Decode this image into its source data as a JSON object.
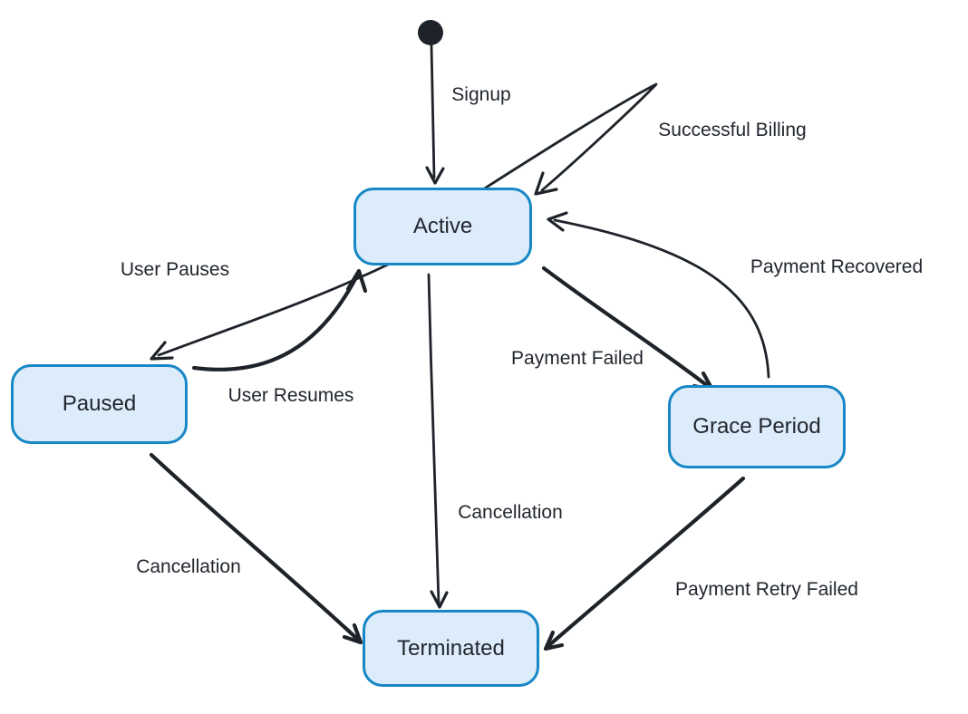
{
  "diagram": {
    "type": "state-diagram",
    "background": "#ffffff",
    "colors": {
      "state_fill": "#dcecfa",
      "state_border": "#1787c5",
      "arrow": "#1e2329",
      "text": "#22272e"
    },
    "initial_marker": "filled-circle",
    "states": [
      {
        "id": "active",
        "label": "Active"
      },
      {
        "id": "paused",
        "label": "Paused"
      },
      {
        "id": "grace-period",
        "label": "Grace Period"
      },
      {
        "id": "terminated",
        "label": "Terminated"
      }
    ],
    "transitions": [
      {
        "from": "initial",
        "to": "active",
        "label": "Signup"
      },
      {
        "from": "active",
        "to": "active",
        "label": "Successful Billing"
      },
      {
        "from": "active",
        "to": "paused",
        "label": "User Pauses"
      },
      {
        "from": "paused",
        "to": "active",
        "label": "User Resumes"
      },
      {
        "from": "active",
        "to": "grace-period",
        "label": "Payment Failed"
      },
      {
        "from": "grace-period",
        "to": "active",
        "label": "Payment Recovered"
      },
      {
        "from": "active",
        "to": "terminated",
        "label": "Cancellation"
      },
      {
        "from": "paused",
        "to": "terminated",
        "label": "Cancellation"
      },
      {
        "from": "grace-period",
        "to": "terminated",
        "label": "Payment Retry Failed"
      }
    ]
  }
}
